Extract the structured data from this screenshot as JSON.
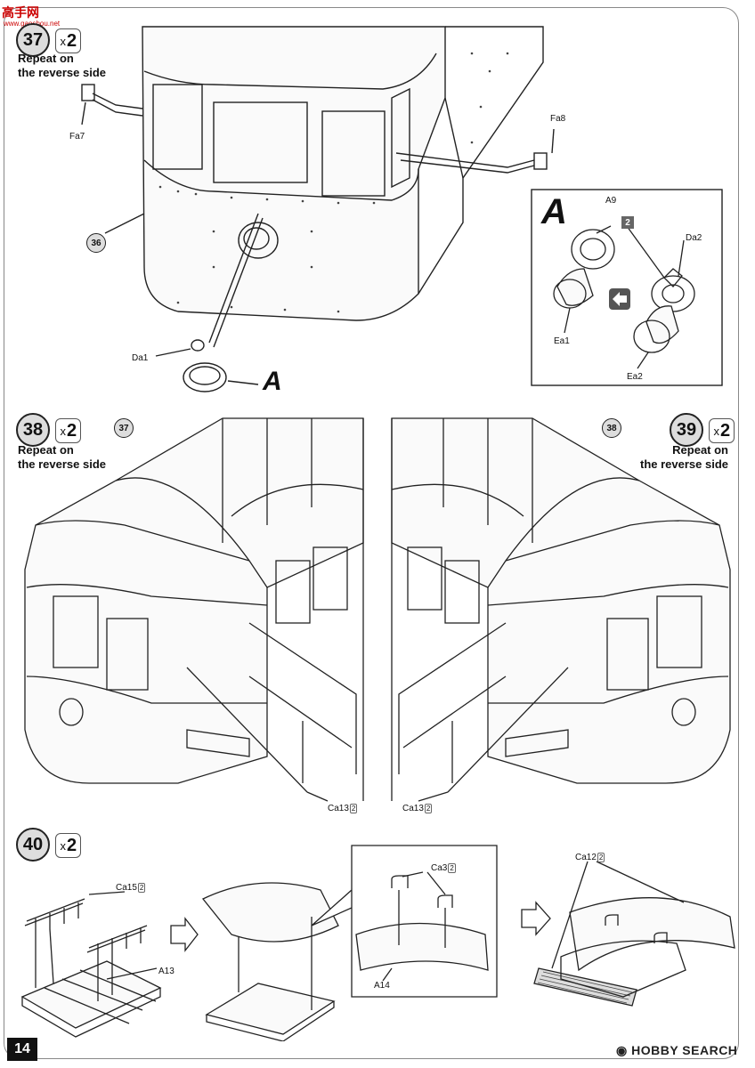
{
  "watermark": {
    "top": "高手网",
    "sub": "www.gaoshou.net"
  },
  "steps": {
    "s37": {
      "number": "37",
      "mult": "2",
      "note_line1": "Repeat on",
      "note_line2": "the reverse side"
    },
    "s38": {
      "number": "38",
      "mult": "2",
      "note_line1": "Repeat on",
      "note_line2": "the reverse side",
      "ref": "37"
    },
    "s39": {
      "number": "39",
      "mult": "2",
      "note_line1": "Repeat on",
      "note_line2": "the reverse side",
      "ref": "38"
    },
    "s40": {
      "number": "40",
      "mult": "2"
    }
  },
  "part_labels": {
    "fa7": "Fa7",
    "fa8": "Fa8",
    "da1": "Da1",
    "a9": "A9",
    "da2": "Da2",
    "ea1": "Ea1",
    "ea2": "Ea2",
    "ca13_left": "Ca13",
    "ca13_right": "Ca13",
    "ca15": "Ca15",
    "a13": "A13",
    "a14": "A14",
    "ca3": "Ca3",
    "ca12": "Ca12",
    "ref36": "36",
    "callout_a": "A",
    "inset_a": "A",
    "inset_step": "2",
    "mult_small": "2"
  },
  "footer": {
    "page_number": "14",
    "brand": "HOBBY SEARCH"
  },
  "colors": {
    "line": "#222222",
    "panel_fill": "#f4f4f4",
    "badge_fill": "#dddddd",
    "page_bg": "#ffffff"
  }
}
